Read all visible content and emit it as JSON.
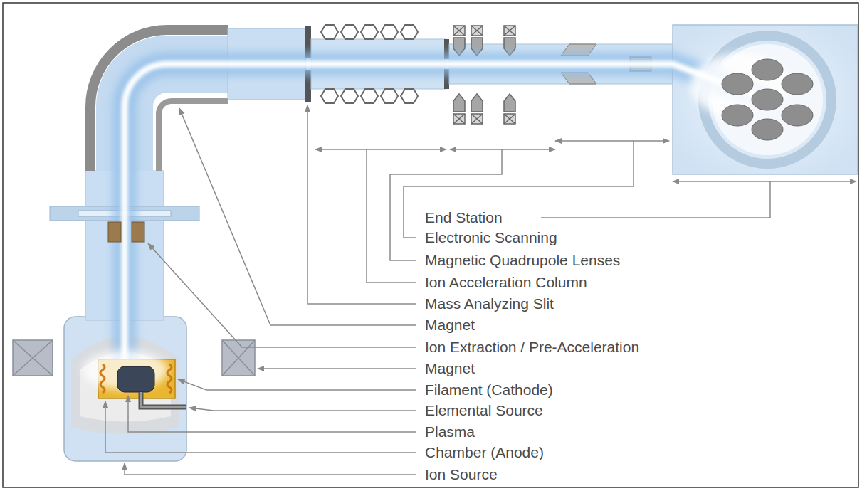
{
  "diagram": {
    "labels": [
      "End Station",
      "Electronic Scanning",
      "Magnetic Quadrupole Lenses",
      "Ion Acceleration Column",
      "Mass Analyzing Slit",
      "Magnet",
      "Ion Extraction / Pre-Acceleration",
      "Magnet",
      "Filament (Cathode)",
      "Elemental Source",
      "Plasma",
      "Chamber (Anode)",
      "Ion Source"
    ]
  }
}
